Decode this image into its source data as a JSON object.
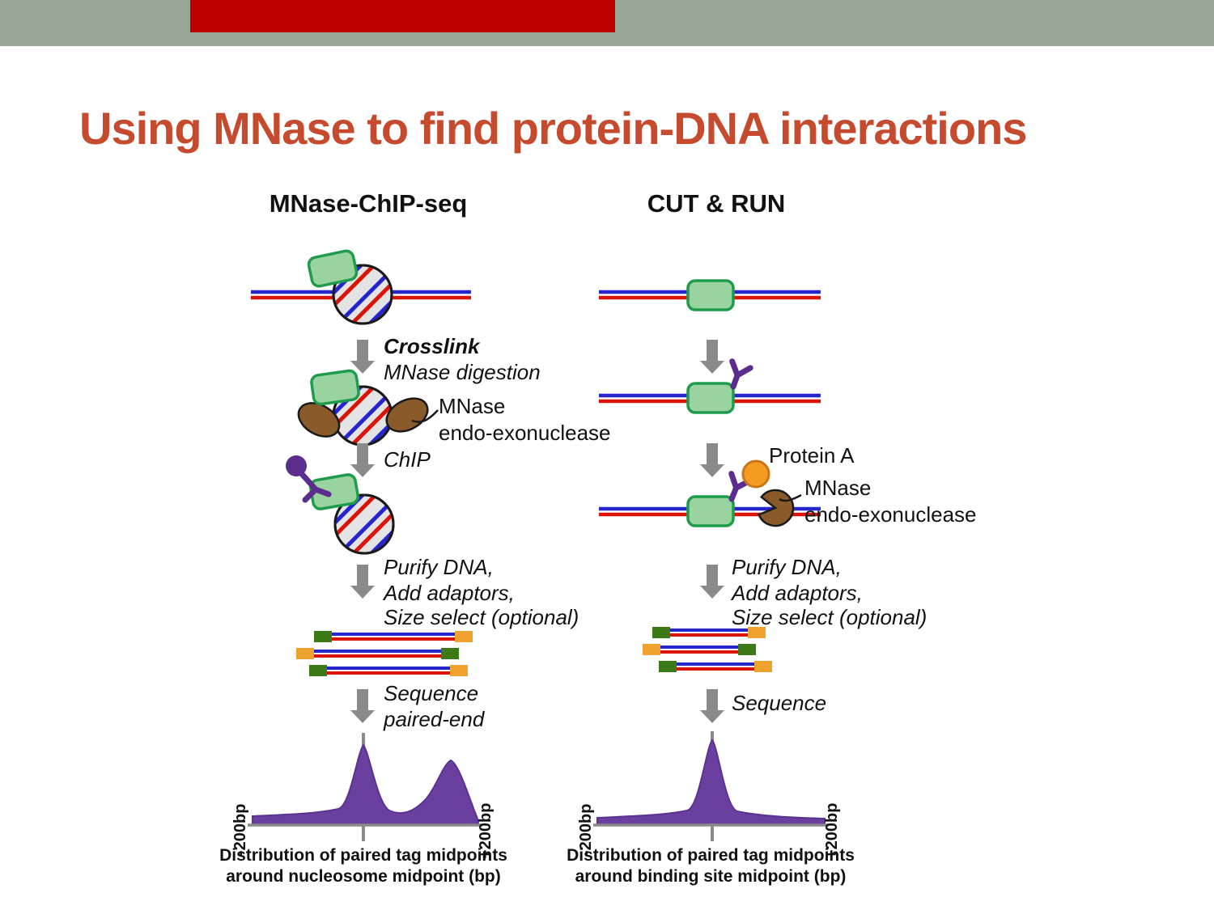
{
  "title": "Using MNase to find protein-DNA interactions",
  "columns": {
    "left": {
      "header": "MNase-ChIP-seq",
      "step_crosslink": "Crosslink",
      "step_mnase_digestion": "MNase digestion",
      "mnase_label_line1": "MNase",
      "mnase_label_line2": "endo-exonuclease",
      "step_chip": "ChIP",
      "purify_line1": "Purify DNA,",
      "purify_line2": "Add adaptors,",
      "purify_line3": "Size select (optional)",
      "sequence_line1": "Sequence",
      "sequence_line2": "paired-end",
      "axis_left": "-200bp",
      "axis_right": "+200bp",
      "caption_line1": "Distribution of paired tag midpoints",
      "caption_line2": "around nucleosome midpoint (bp)"
    },
    "right": {
      "header": "CUT & RUN",
      "protein_a_label": "Protein A",
      "mnase_label_line1": "MNase",
      "mnase_label_line2": "endo-exonuclease",
      "purify_line1": "Purify DNA,",
      "purify_line2": "Add adaptors,",
      "purify_line3": "Size select (optional)",
      "sequence_line1": "Sequence",
      "axis_left": "-200bp",
      "axis_right": "+200bp",
      "caption_line1": "Distribution of paired tag midpoints",
      "caption_line2": "around binding site midpoint (bp)"
    }
  },
  "colors": {
    "banner_green": "#98A795",
    "banner_red": "#C00000",
    "title_red": "#C64A2E",
    "dna_blue": "#2525CE",
    "dna_red": "#DB1408",
    "protein_green_fill": "#99D4A0",
    "protein_green_stroke": "#1E9C4C",
    "nucleosome_gray": "#E4E4E4",
    "mnase_brown": "#8A5A2B",
    "antibody_purple": "#5B2D8E",
    "protein_a_orange": "#F59B22",
    "adaptor_green": "#3B7A16",
    "adaptor_orange": "#F0A22E",
    "arrow_gray": "#8A8A8A",
    "plot_purple": "#6B3FA0"
  }
}
